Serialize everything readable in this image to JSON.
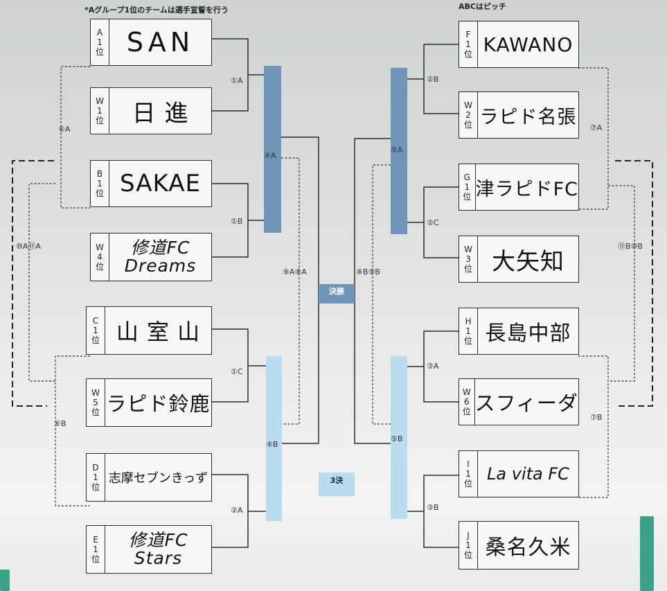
{
  "notes": {
    "left": "*Aグループ1位のチームは選手宣誓を行う",
    "right": "ABCはピッチ"
  },
  "teams_left": [
    {
      "seed": [
        "A",
        "1",
        "位"
      ],
      "name": [
        "SAN"
      ]
    },
    {
      "seed": [
        "W",
        "1",
        "位"
      ],
      "name": [
        "日 進"
      ]
    },
    {
      "seed": [
        "B",
        "1",
        "位"
      ],
      "name": [
        "SAKAE"
      ]
    },
    {
      "seed": [
        "W",
        "4",
        "位"
      ],
      "name": [
        "修道FC",
        "Dreams"
      ]
    },
    {
      "seed": [
        "C",
        "1",
        "位"
      ],
      "name": [
        "山 室 山"
      ]
    },
    {
      "seed": [
        "W",
        "5",
        "位"
      ],
      "name": [
        "ラピド鈴鹿"
      ]
    },
    {
      "seed": [
        "D",
        "1",
        "位"
      ],
      "name": [
        "志摩セブンきっず"
      ]
    },
    {
      "seed": [
        "E",
        "1",
        "位"
      ],
      "name": [
        "修道FC",
        "Stars"
      ]
    }
  ],
  "teams_right": [
    {
      "seed": [
        "F",
        "1",
        "位"
      ],
      "name": [
        "KAWANO"
      ]
    },
    {
      "seed": [
        "W",
        "2",
        "位"
      ],
      "name": [
        "ラピド名張"
      ]
    },
    {
      "seed": [
        "G",
        "1",
        "位"
      ],
      "name": [
        "津ラピドFC"
      ]
    },
    {
      "seed": [
        "W",
        "3",
        "位"
      ],
      "name": [
        "大矢知"
      ]
    },
    {
      "seed": [
        "H",
        "1",
        "位"
      ],
      "name": [
        "長島中部"
      ]
    },
    {
      "seed": [
        "W",
        "6",
        "位"
      ],
      "name": [
        "スフィーダ"
      ]
    },
    {
      "seed": [
        "I",
        "1",
        "位"
      ],
      "name": [
        "La vita FC"
      ]
    },
    {
      "seed": [
        "J",
        "1",
        "位"
      ],
      "name": [
        "桑名久米"
      ]
    }
  ],
  "match_labels": {
    "m1a": "①A",
    "m1b": "①B",
    "m1c": "①C",
    "m2a": "②A",
    "m2b": "②B",
    "m2c": "②C",
    "m3a": "③A",
    "m3b": "③B",
    "m4a": "④A",
    "m4b": "④B",
    "m5a": "⑤A",
    "m5b": "⑤B",
    "m6a": "⑥A",
    "m6b": "⑥B",
    "m7a": "⑦A",
    "m7b": "⑦B",
    "m8a9a": "⑨A⑧A",
    "m8b9b": "⑧B⑨B",
    "m10a11a": "⑩A⑪A",
    "m11b10b": "⑪B⑩B"
  },
  "final_label": "決勝",
  "third_label": "3決",
  "colors": {
    "bar_dark": "#6f96b9",
    "bar_light": "#b9dcef",
    "tab": "#3aa286"
  }
}
